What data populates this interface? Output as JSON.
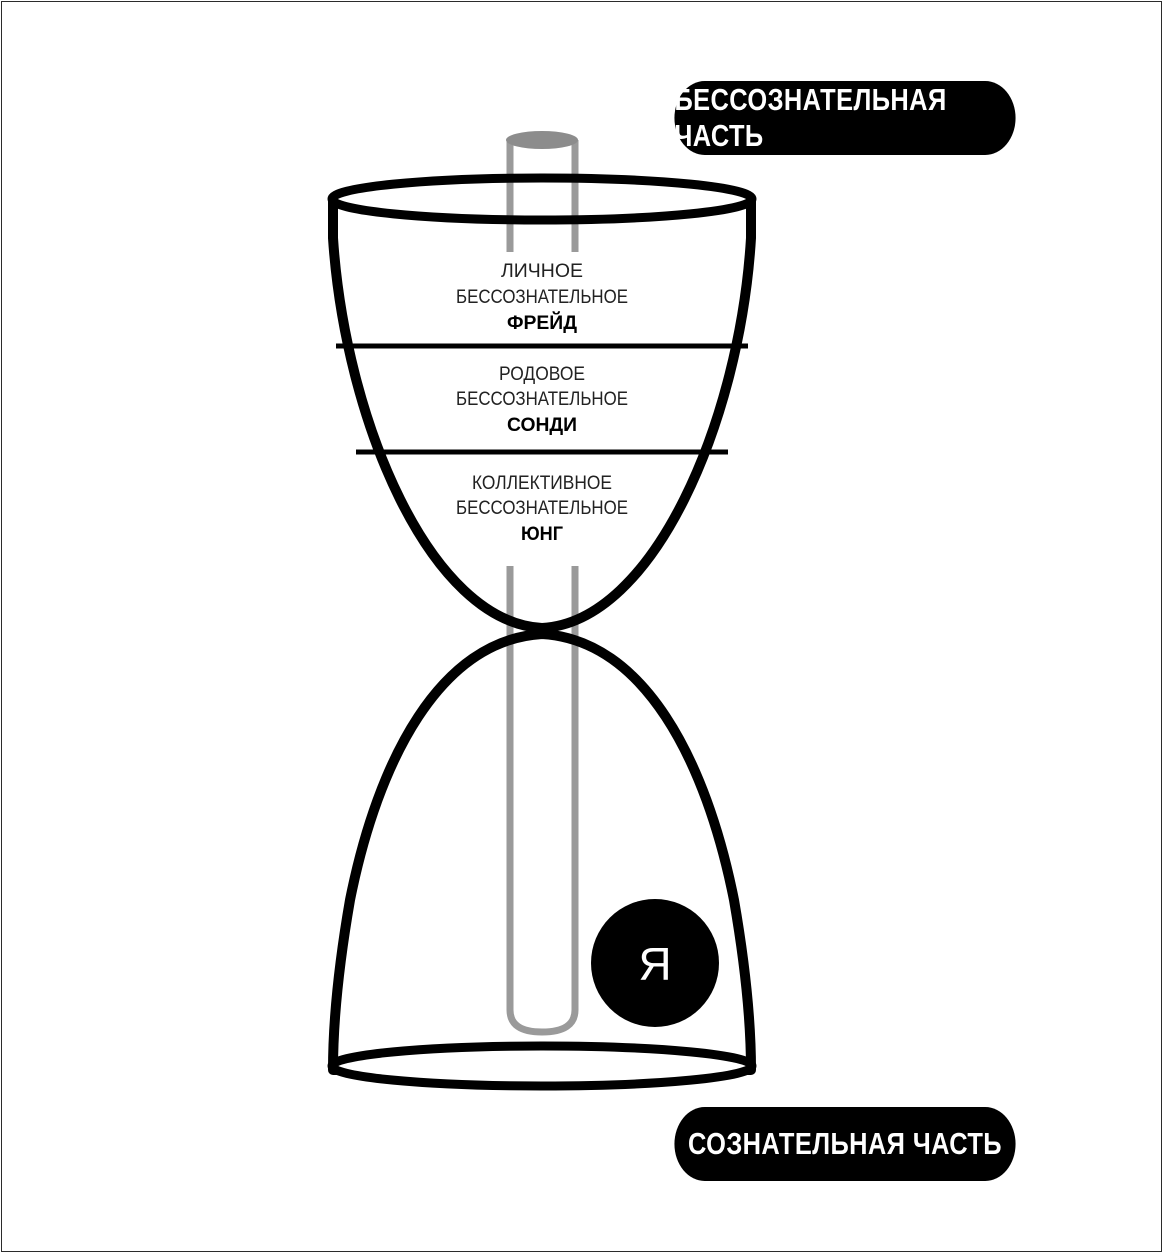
{
  "labels": {
    "unconscious_part": "БЕССОЗНАТЕЛЬНАЯ ЧАСТЬ",
    "conscious_part": "СОЗНАТЕЛЬНАЯ ЧАСТЬ"
  },
  "layers": [
    {
      "line1": "ЛИЧНОЕ",
      "line2": "БЕССОЗНАТЕЛЬНОЕ",
      "author": "ФРЕЙД"
    },
    {
      "line1": "РОДОВОЕ",
      "line2": "БЕССОЗНАТЕЛЬНОЕ",
      "author": "СОНДИ"
    },
    {
      "line1": "КОЛЛЕКТИВНОЕ",
      "line2": "БЕССОЗНАТЕЛЬНОЕ",
      "author": "ЮНГ"
    }
  ],
  "self": {
    "label": "Я"
  },
  "colors": {
    "outline": "#000000",
    "tube": "#9a9a9a",
    "tube_cap": "#8c8c8c",
    "pill_bg": "#000000",
    "pill_text": "#ffffff"
  }
}
